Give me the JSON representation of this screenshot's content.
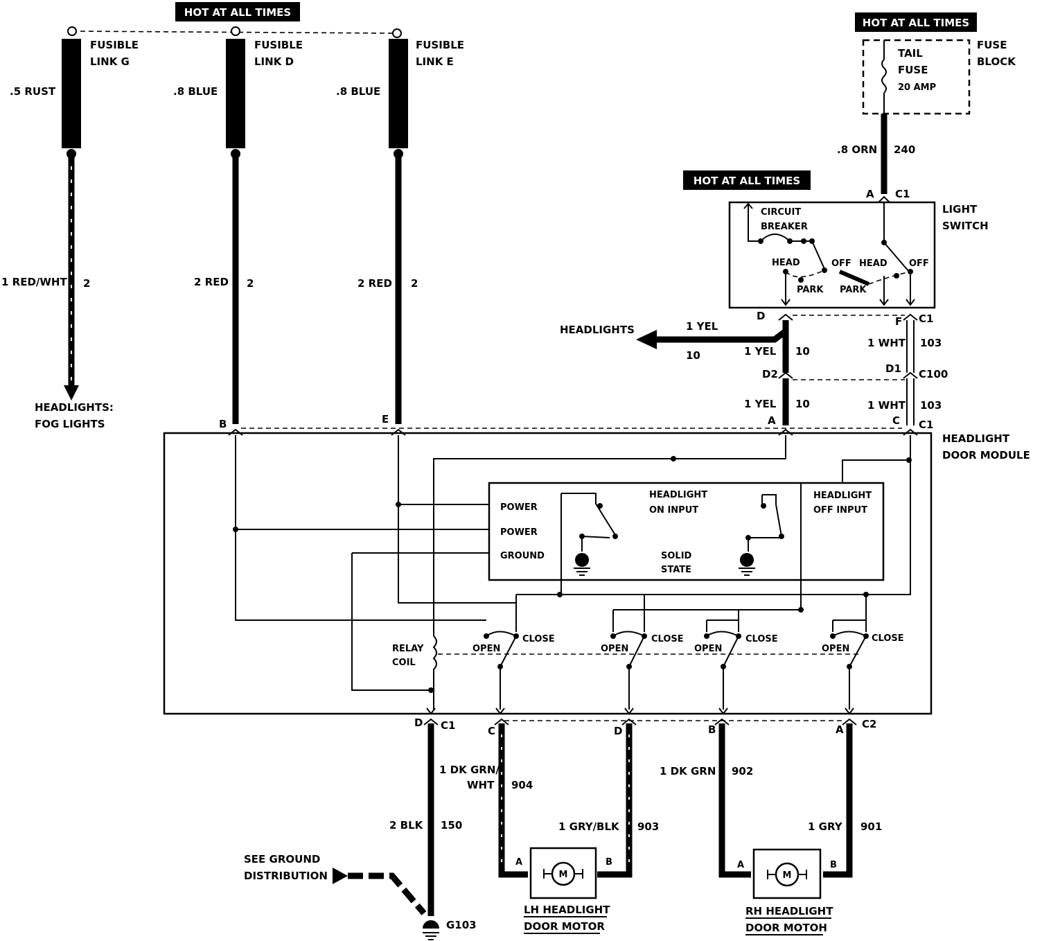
{
  "banners": {
    "hot_left": "HOT AT ALL TIMES",
    "hot_right": "HOT AT ALL TIMES",
    "hot_mid": "HOT AT ALL TIMES"
  },
  "fusible": {
    "g": [
      "FUSIBLE",
      "LINK G"
    ],
    "d": [
      "FUSIBLE",
      "LINK D"
    ],
    "e": [
      "FUSIBLE",
      "LINK E"
    ]
  },
  "wires": {
    "rust": ".5 RUST",
    "blue_d": ".8 BLUE",
    "blue_e": ".8 BLUE",
    "redwht": "1 RED/WHT",
    "redwht_num": "2",
    "red_d": "2 RED",
    "red_d_num": "2",
    "red_e": "2 RED",
    "red_e_num": "2",
    "orn": ".8 ORN",
    "orn_num": "240",
    "yel_top": "1 YEL",
    "yel_top_num": "10",
    "yel_mid": "1 YEL",
    "yel_mid_num": "10",
    "yel_bot": "1 YEL",
    "yel_bot_num": "10",
    "wht_top": "1 WHT",
    "wht_top_num": "103",
    "wht_bot": "1 WHT",
    "wht_bot_num": "103",
    "dkgrnwht": [
      "1 DK GRN/",
      "WHT"
    ],
    "dkgrnwht_num": "904",
    "grybk": "1 GRY/BLK",
    "grybk_num": "903",
    "dkgrn": "1 DK GRN",
    "dkgrn_num": "902",
    "gry": "1 GRY",
    "gry_num": "901",
    "blk": "2 BLK",
    "blk_num": "150"
  },
  "labels": {
    "headlights_fog": [
      "HEADLIGHTS:",
      "FOG LIGHTS"
    ],
    "headlights": "HEADLIGHTS",
    "tail_fuse": [
      "TAIL",
      "FUSE",
      "20 AMP"
    ],
    "fuse_block": [
      "FUSE",
      "BLOCK"
    ],
    "light_switch": [
      "LIGHT",
      "SWITCH"
    ],
    "circuit_breaker": [
      "CIRCUIT",
      "BREAKER"
    ],
    "head1": "HEAD",
    "off1": "OFF",
    "park1": "PARK",
    "head2": "HEAD",
    "off2": "OFF",
    "park2": "PARK",
    "module": [
      "HEADLIGHT",
      "DOOR MODULE"
    ],
    "power1": "POWER",
    "power2": "POWER",
    "ground": "GROUND",
    "on_input": [
      "HEADLIGHT",
      "ON INPUT"
    ],
    "off_input": [
      "HEADLIGHT",
      "OFF INPUT"
    ],
    "solid_state": [
      "SOLID",
      "STATE"
    ],
    "relay_coil": [
      "RELAY",
      "COIL"
    ],
    "open": "OPEN",
    "close": "CLOSE",
    "see_ground": [
      "SEE GROUND",
      "DISTRIBUTION"
    ],
    "g103": "G103",
    "lh_motor": [
      "LH HEADLIGHT",
      "DOOR MOTOR"
    ],
    "rh_motor": [
      "RH HEADLIGHT",
      "DOOR MOTOH"
    ],
    "motor_m": "M"
  },
  "connectors": {
    "c1": "C1",
    "c100": "C100",
    "c2": "C2",
    "pin_a": "A",
    "pin_b": "B",
    "pin_c": "C",
    "pin_d": "D",
    "pin_e": "E",
    "pin_f": "F",
    "pin_d1": "D1",
    "pin_d2": "D2"
  }
}
